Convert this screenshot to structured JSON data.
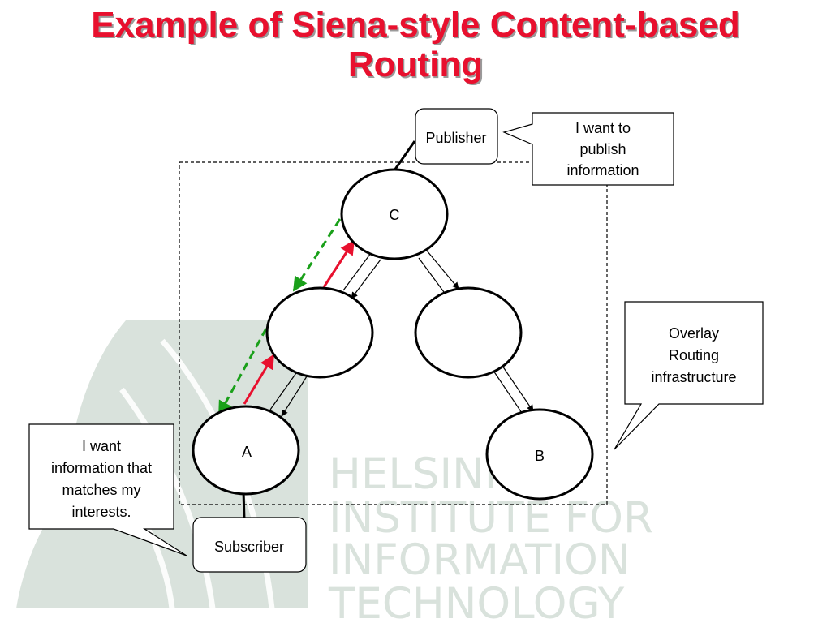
{
  "slide": {
    "title_line1": "Example of Siena-style Content-based",
    "title_line2": "Routing"
  },
  "diagram": {
    "publisher_label": "Publisher",
    "subscriber_label": "Subscriber",
    "nodes": {
      "c": "C",
      "left": "",
      "right": "",
      "a": "A",
      "b": "B"
    },
    "callouts": {
      "publisher": [
        "I want to",
        "publish",
        "information"
      ],
      "overlay": [
        "Overlay",
        "Routing",
        "infrastructure"
      ],
      "subscriber": [
        "I want",
        "information that",
        "matches my",
        "interests."
      ]
    },
    "colors": {
      "subscription_arrow": "#e8102e",
      "advertisement_arrow": "#1aa01a",
      "watermark": "#d9e2dc"
    }
  },
  "watermark": {
    "lines": [
      "HELSINKI",
      "INSTITUTE FOR",
      "INFORMATION",
      "TECHNOLOGY"
    ]
  }
}
